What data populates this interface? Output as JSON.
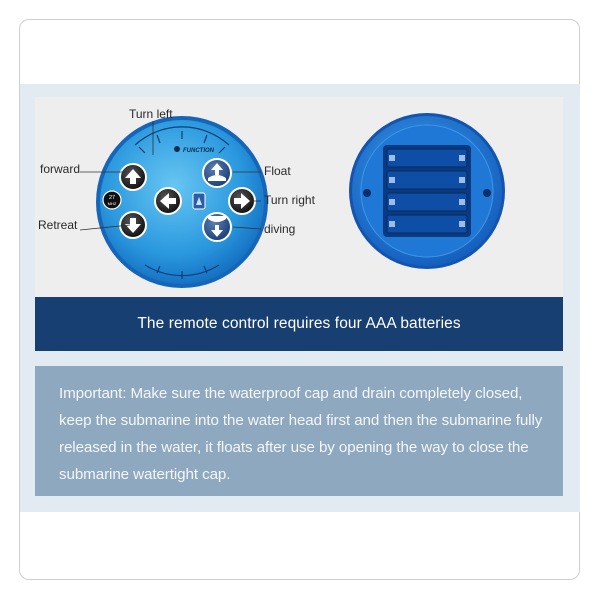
{
  "remote": {
    "labels": {
      "turn_left": "Turn left",
      "forward": "forward",
      "retreat": "Retreat",
      "float": "Float",
      "turn_right": "Turn right",
      "diving": "diving"
    },
    "function_label": "FUNCTION",
    "freq_line1": "27",
    "freq_line2": "MHZ"
  },
  "banner": {
    "text": "The remote control requires four AAA batteries"
  },
  "note": {
    "text": "Important: Make sure the waterproof cap and drain completely closed, keep the submarine into the water head first and then the submarine fully released in the water, it floats after use by opening the way to close the submarine watertight cap."
  },
  "colors": {
    "banner_bg": "#173f72",
    "note_bg": "#8ea8bf",
    "remote_blue": "#1f86d8"
  },
  "icons": [
    "up-arrow-icon",
    "down-arrow-icon",
    "left-arrow-icon",
    "right-arrow-icon",
    "float-icon",
    "dive-icon",
    "function-icon"
  ]
}
